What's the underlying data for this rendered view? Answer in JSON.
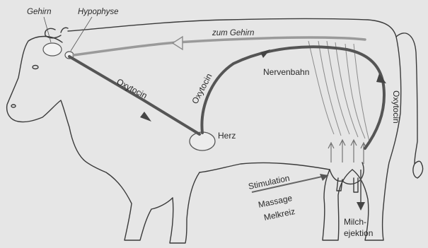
{
  "labels": {
    "gehirn": "Gehirn",
    "hypophyse": "Hypophyse",
    "zum_gehirn": "zum Gehirn",
    "oxytocin_1": "Oxytocin",
    "oxytocin_2": "Oxytocin",
    "oxytocin_3": "Oxytocin",
    "nervenbahn": "Nervenbahn",
    "herz": "Herz",
    "stimulation": "Stimulation",
    "massage": "Massage",
    "melkreiz": "Melkreiz",
    "milch": "Milch-",
    "ejektion": "ejektion"
  },
  "colors": {
    "background": "#e6e6e6",
    "outline": "#3a3a3a",
    "hormone_path": "#555555",
    "nerve_path": "#9a9a9a"
  }
}
